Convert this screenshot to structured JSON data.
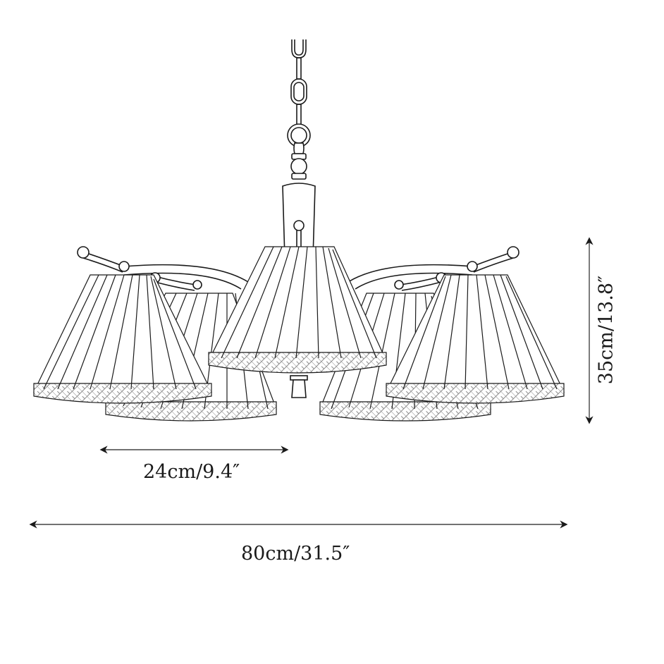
{
  "diagram": {
    "subject": "pleated-shade chandelier line drawing",
    "line_color": "#1a1a1a",
    "hatch_color": "#8a8a8a",
    "background": "#ffffff"
  },
  "dimensions": {
    "shade_width": {
      "label": "24cm/9.4″",
      "orientation": "horizontal"
    },
    "overall_width": {
      "label": "80cm/31.5″",
      "orientation": "horizontal"
    },
    "body_height": {
      "label": "35cm/13.8″",
      "orientation": "vertical"
    }
  },
  "components": {
    "chain": "chain",
    "canopy_ring": "ring",
    "central_column": "column",
    "arms": 5,
    "shades": 5,
    "bottom_finial": "finial"
  }
}
